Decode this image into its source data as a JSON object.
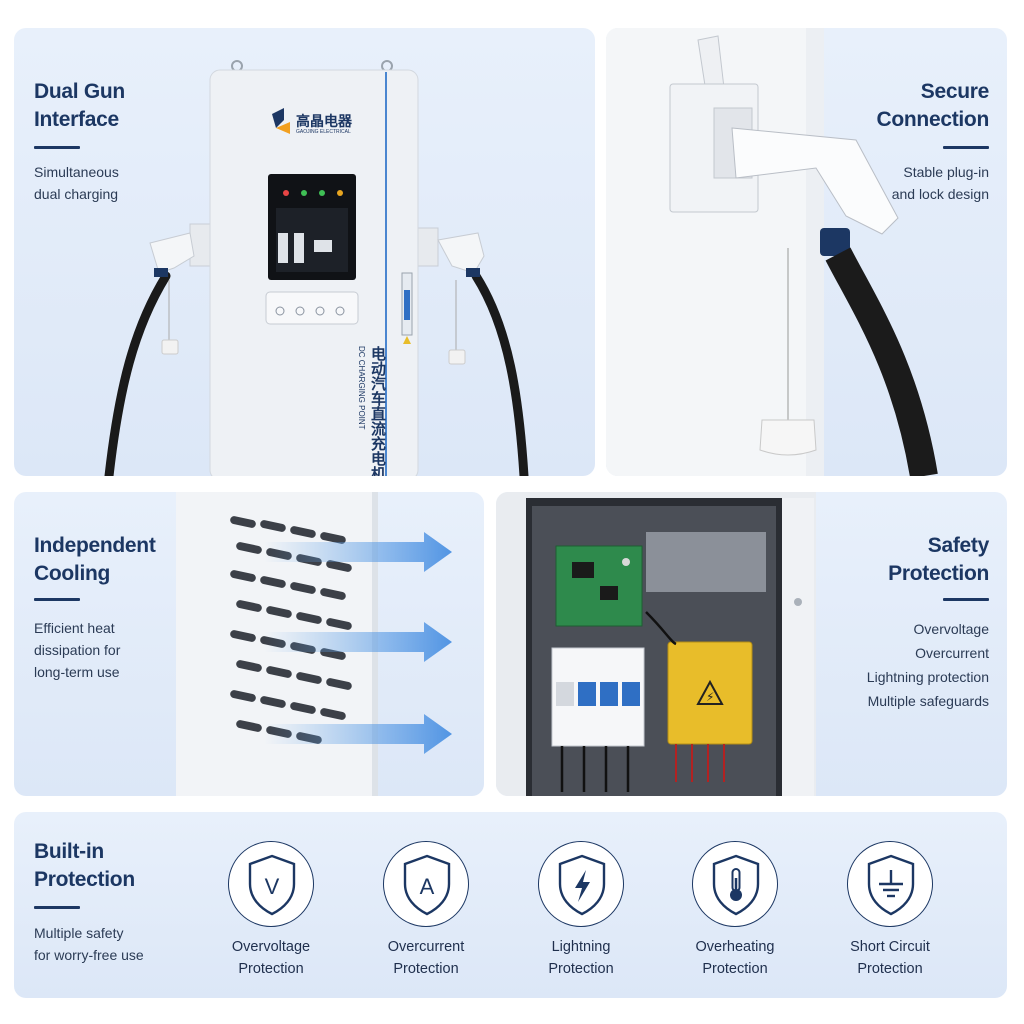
{
  "panels": {
    "dual_gun": {
      "title_line1": "Dual Gun",
      "title_line2": "Interface",
      "desc_line1": "Simultaneous",
      "desc_line2": "dual charging"
    },
    "secure": {
      "title_line1": "Secure",
      "title_line2": "Connection",
      "desc_line1": "Stable plug-in",
      "desc_line2": "and lock design"
    },
    "cooling": {
      "title_line1": "Independent",
      "title_line2": "Cooling",
      "desc_line1": "Efficient heat",
      "desc_line2": "dissipation for",
      "desc_line3": "long-term use"
    },
    "safety": {
      "title_line1": "Safety",
      "title_line2": "Protection",
      "items": [
        "Overvoltage",
        "Overcurrent",
        "Lightning protection",
        "Multiple safeguards"
      ]
    },
    "builtin": {
      "title_line1": "Built-in",
      "title_line2": "Protection",
      "desc_line1": "Multiple safety",
      "desc_line2": "for worry-free use",
      "icons": [
        {
          "icon": "shield-v-icon",
          "line1": "Overvoltage",
          "line2": "Protection"
        },
        {
          "icon": "shield-a-icon",
          "line1": "Overcurrent",
          "line2": "Protection"
        },
        {
          "icon": "shield-lightning-icon",
          "line1": "Lightning",
          "line2": "Protection"
        },
        {
          "icon": "shield-thermometer-icon",
          "line1": "Overheating",
          "line2": "Protection"
        },
        {
          "icon": "shield-ground-icon",
          "line1": "Short Circuit",
          "line2": "Protection"
        }
      ]
    }
  },
  "charger": {
    "brand_cn": "高晶电器",
    "brand_en": "GAOJING ELECTRICAL",
    "side_text_cn": "电动汽车直流充电机",
    "side_text_en": "DC CHARGING POINT"
  },
  "colors": {
    "title": "#1c3763",
    "panel_bg": "#e3ecf9",
    "accent_blue": "#2f6fc4",
    "warning_yellow": "#e8bd2a",
    "pcb_green": "#2e8a4c"
  }
}
